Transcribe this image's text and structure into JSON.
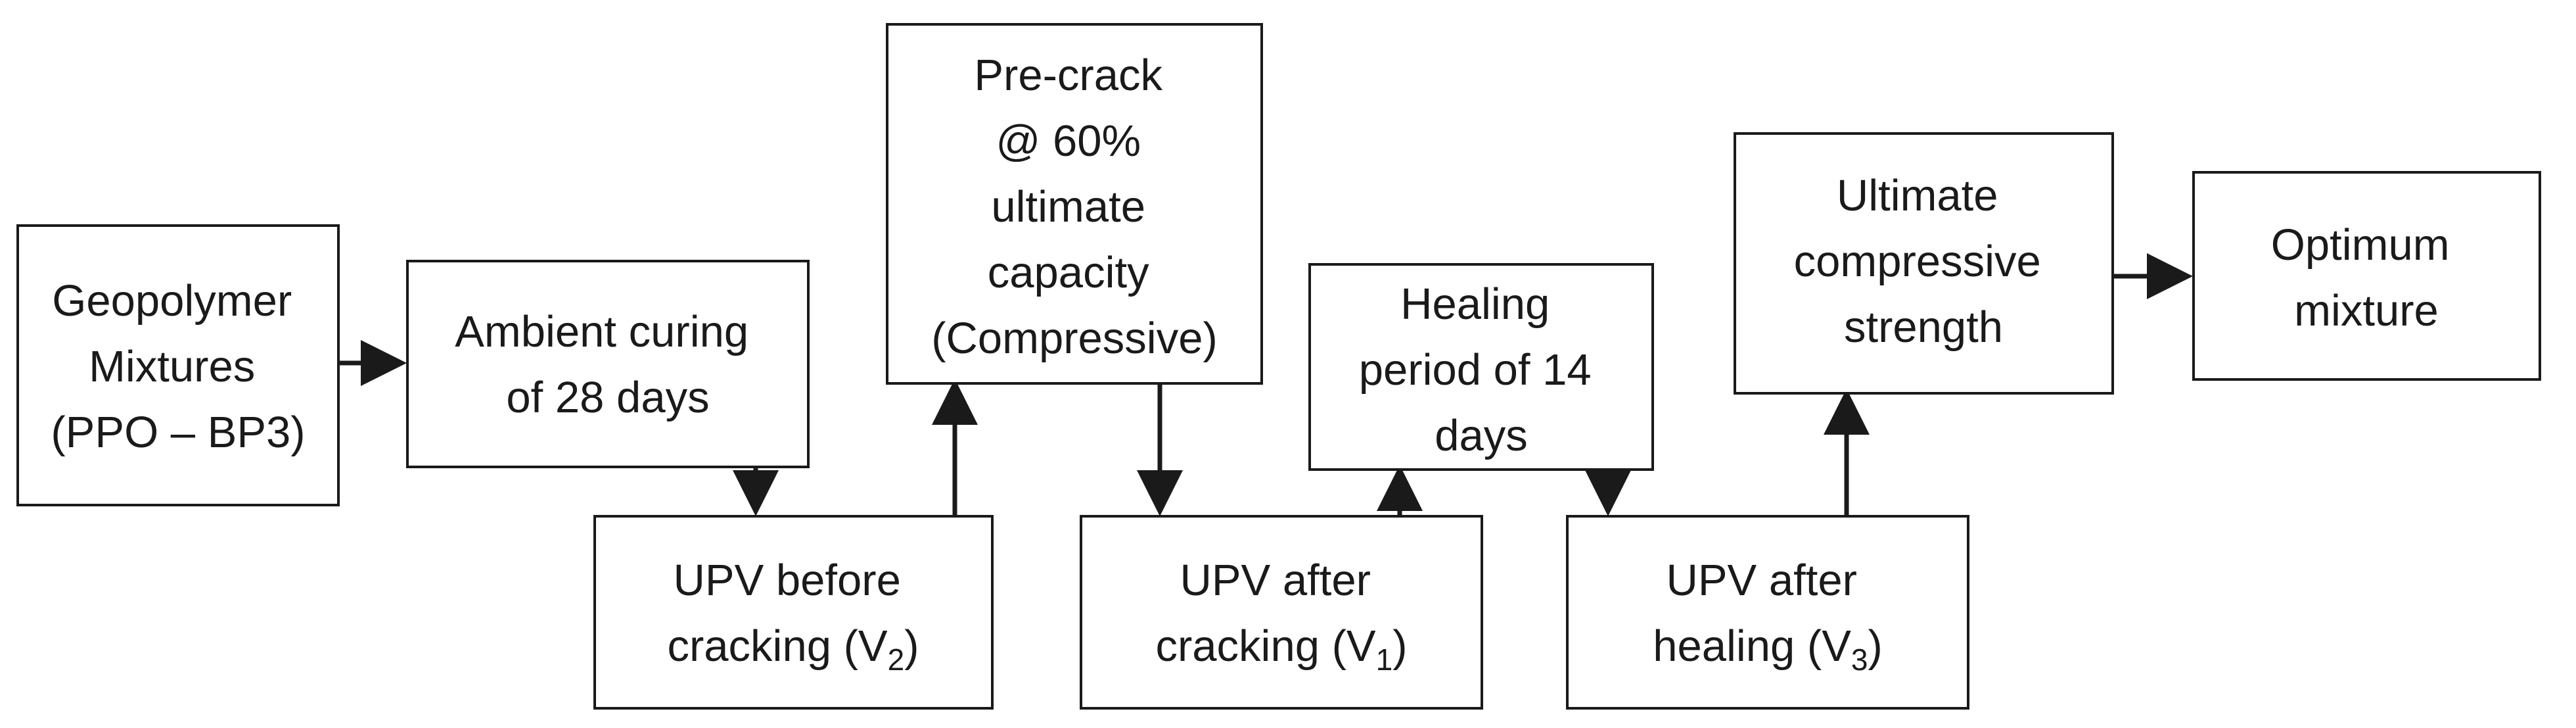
{
  "nodes": {
    "geopolymer": {
      "lines": [
        "Geopolymer",
        "Mixtures",
        "(PPO – BP3)"
      ]
    },
    "ambient": {
      "lines": [
        "Ambient curing",
        "of 28 days"
      ]
    },
    "upv_before": {
      "line1": "UPV before",
      "line2_text": "cracking (V",
      "line2_sub": "2",
      "line2_end": ")"
    },
    "precrack": {
      "lines": [
        "Pre-crack",
        "@ 60%",
        "ultimate",
        "capacity",
        "(Compressive)"
      ]
    },
    "upv_after_crack": {
      "line1": "UPV after",
      "line2_text": "cracking (V",
      "line2_sub": "1",
      "line2_end": ")"
    },
    "healing": {
      "lines": [
        "Healing",
        "period of 14",
        "days"
      ]
    },
    "upv_after_heal": {
      "line1": "UPV after",
      "line2_text": "healing (V",
      "line2_sub": "3",
      "line2_end": ")"
    },
    "ultimate": {
      "lines": [
        "Ultimate",
        "compressive",
        "strength"
      ]
    },
    "optimum": {
      "lines": [
        "Optimum",
        "mixture"
      ]
    }
  }
}
